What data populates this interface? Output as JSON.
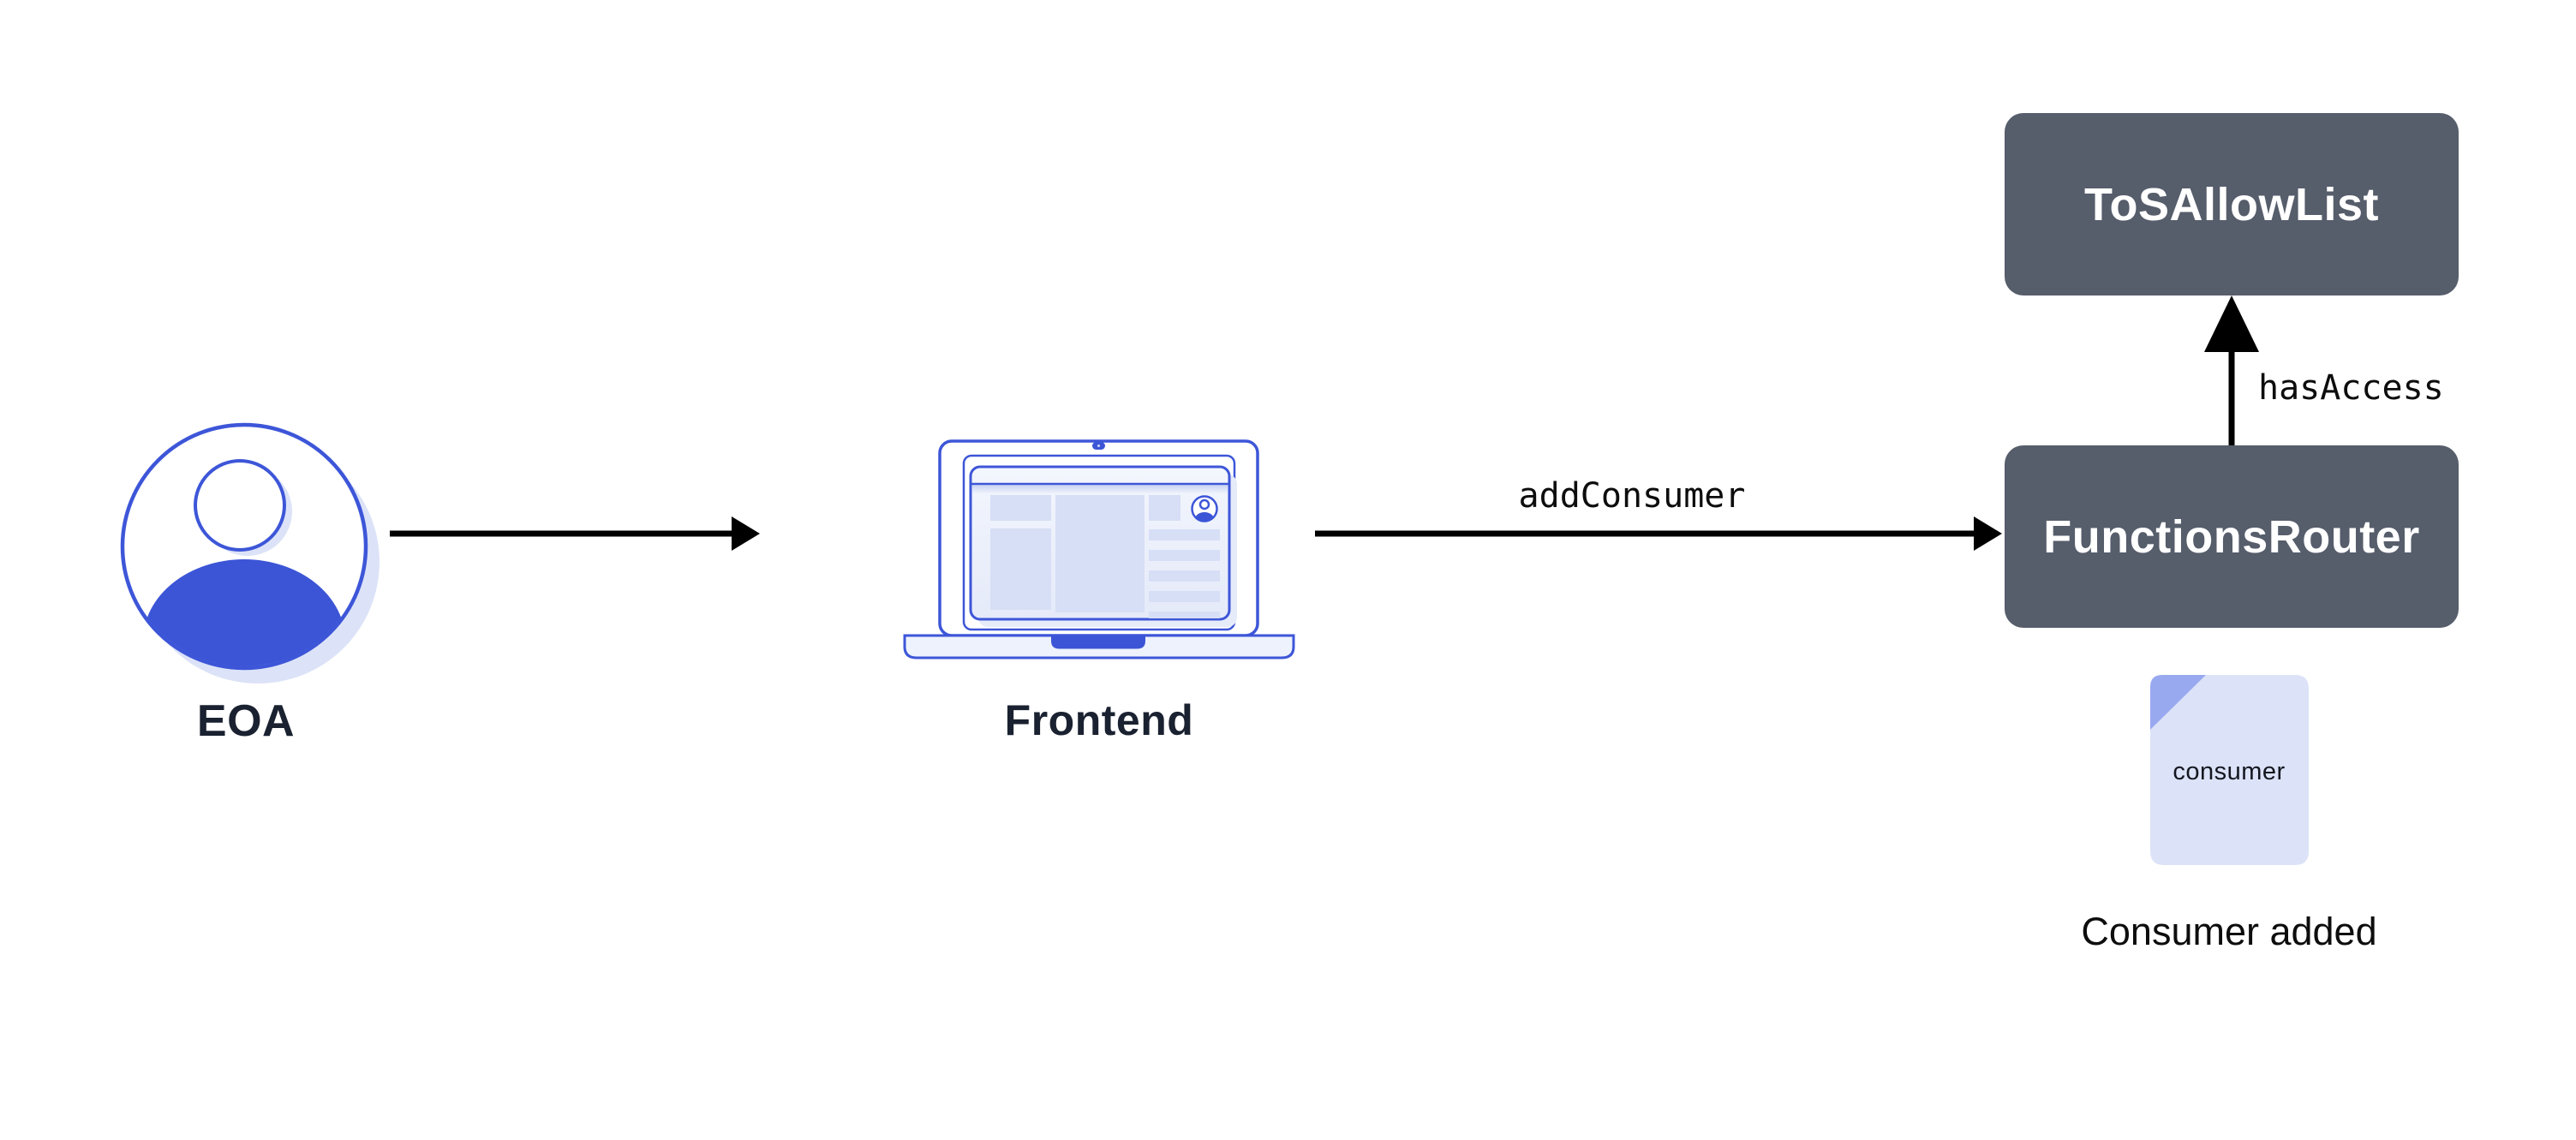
{
  "colors": {
    "primary-blue": "#3d56d8",
    "blue-fill": "#3b55d6",
    "slate": "#565d6b",
    "lavender": "#dce3f8",
    "lavender-mid": "#99a9ef",
    "navy-text": "#1a2130",
    "ink": "#0d0d0d",
    "white": "#ffffff"
  },
  "nodes": {
    "eoa": {
      "label": "EOA"
    },
    "frontend": {
      "label": "Frontend"
    },
    "tos_allow_list": {
      "label": "ToSAllowList"
    },
    "functions_router": {
      "label": "FunctionsRouter"
    }
  },
  "edges": {
    "frontend_to_router": {
      "label": "addConsumer"
    },
    "router_to_allowlist": {
      "label": "hasAccess"
    }
  },
  "artifact": {
    "label": "consumer",
    "caption": "Consumer added"
  }
}
